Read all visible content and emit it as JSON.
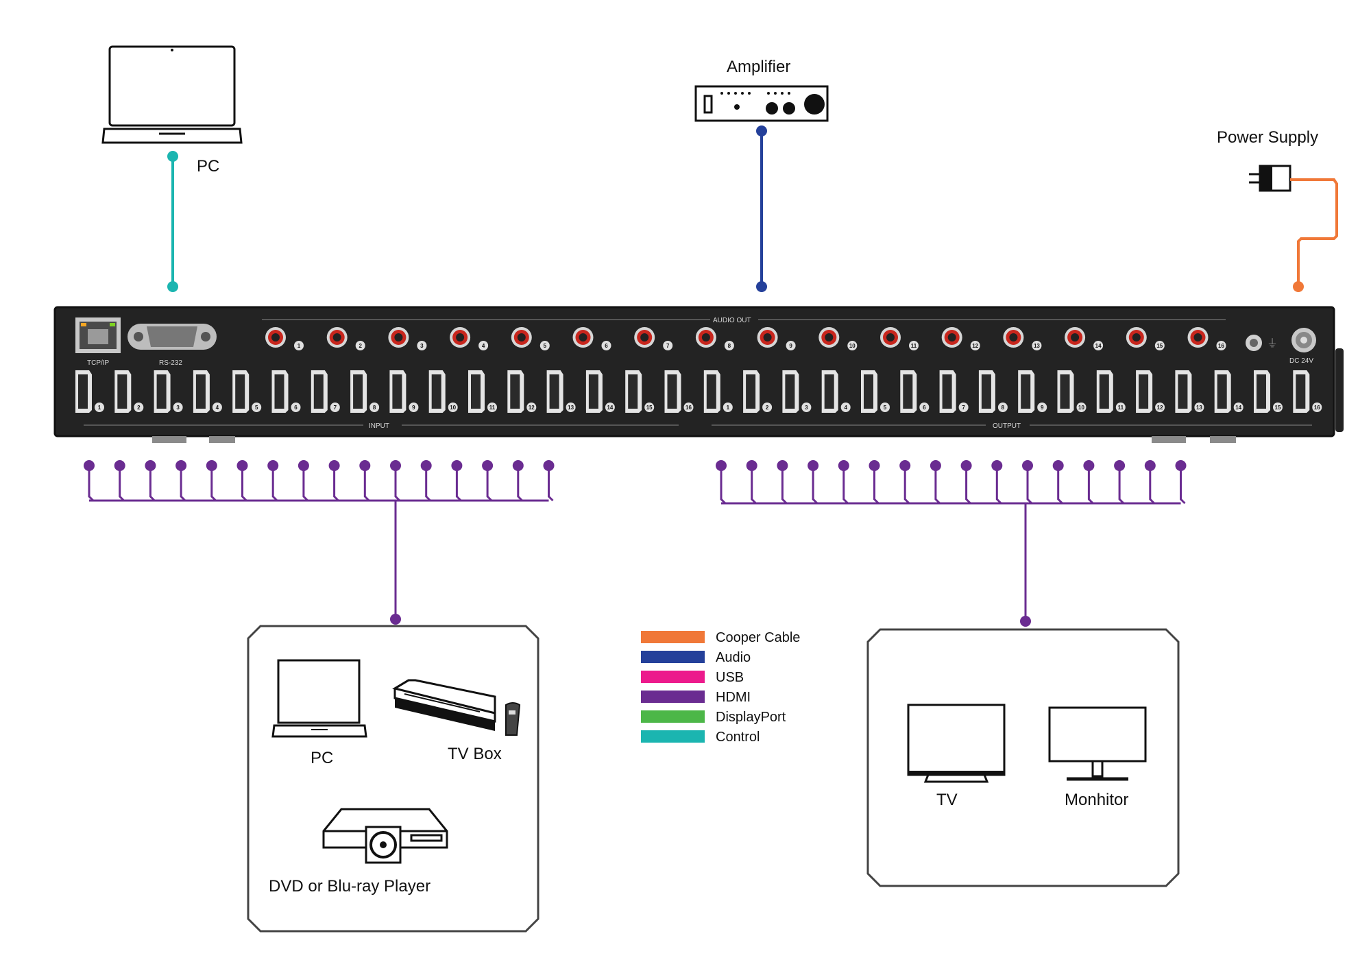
{
  "devices": {
    "pc_top": "PC",
    "amplifier": "Amplifier",
    "power_supply": "Power Supply",
    "source_pc": "PC",
    "tv_box": "TV Box",
    "dvd_player": "DVD or Blu-ray Player",
    "tv": "TV",
    "monitor": "Monhitor"
  },
  "matrix": {
    "tcp_ip": "TCP/IP",
    "rs232": "RS-232",
    "audio_out": "AUDIO OUT",
    "input": "INPUT",
    "output": "OUTPUT",
    "dc": "DC 24V",
    "port_numbers": [
      "1",
      "2",
      "3",
      "4",
      "5",
      "6",
      "7",
      "8",
      "9",
      "10",
      "11",
      "12",
      "13",
      "14",
      "15",
      "16"
    ]
  },
  "legend": [
    {
      "label": "Cooper Cable",
      "color": "#f07838"
    },
    {
      "label": "Audio",
      "color": "#24409a"
    },
    {
      "label": "USB",
      "color": "#ec1a8c"
    },
    {
      "label": "HDMI",
      "color": "#6a2c91"
    },
    {
      "label": "DisplayPort",
      "color": "#4cb748"
    },
    {
      "label": "Control",
      "color": "#1bb5b0"
    }
  ],
  "colors": {
    "control": "#1bb5b0",
    "audio": "#24409a",
    "power": "#f07838",
    "hdmi": "#6a2c91",
    "chassis": "#232323"
  }
}
